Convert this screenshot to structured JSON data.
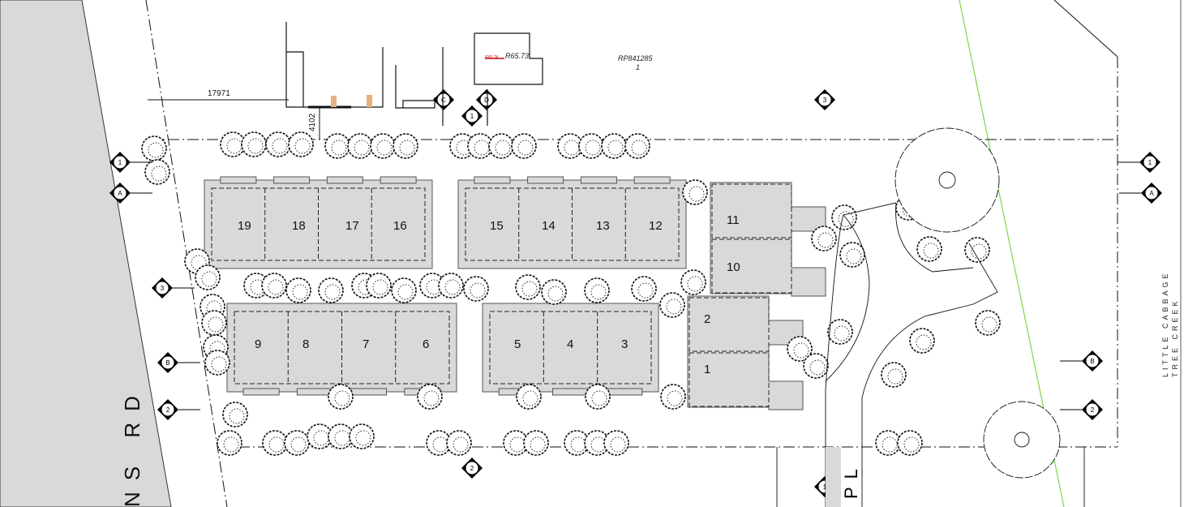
{
  "drawing": {
    "units_block_a": [
      "19",
      "18",
      "17",
      "16"
    ],
    "units_block_b": [
      "15",
      "14",
      "13",
      "12"
    ],
    "units_block_c": [
      "9",
      "8",
      "7",
      "6"
    ],
    "units_block_d": [
      "5",
      "4",
      "3"
    ],
    "units_block_e": [
      "11",
      "10"
    ],
    "units_block_f": [
      "2",
      "1"
    ],
    "dimension_horizontal": "17971",
    "dimension_vertical": "4102",
    "level_label": "R65.73",
    "level_label_red": "R65.74",
    "lot_label": "RP841285",
    "lot_number": "1",
    "road_name": "NS RD",
    "place_label": "PL",
    "creek_line1": "LITTLE CABBAGE",
    "creek_line2": "TREE CREEK",
    "markers": {
      "one": "1",
      "two": "2",
      "three": "3",
      "a": "A",
      "b": "B",
      "c": "C",
      "d": "D"
    }
  },
  "colors": {
    "building": "#d9d9d9",
    "road": "#d9d9d9",
    "creek_line": "#7cd64a",
    "level_red": "#cc0000",
    "dim_orange": "#e8b080"
  }
}
